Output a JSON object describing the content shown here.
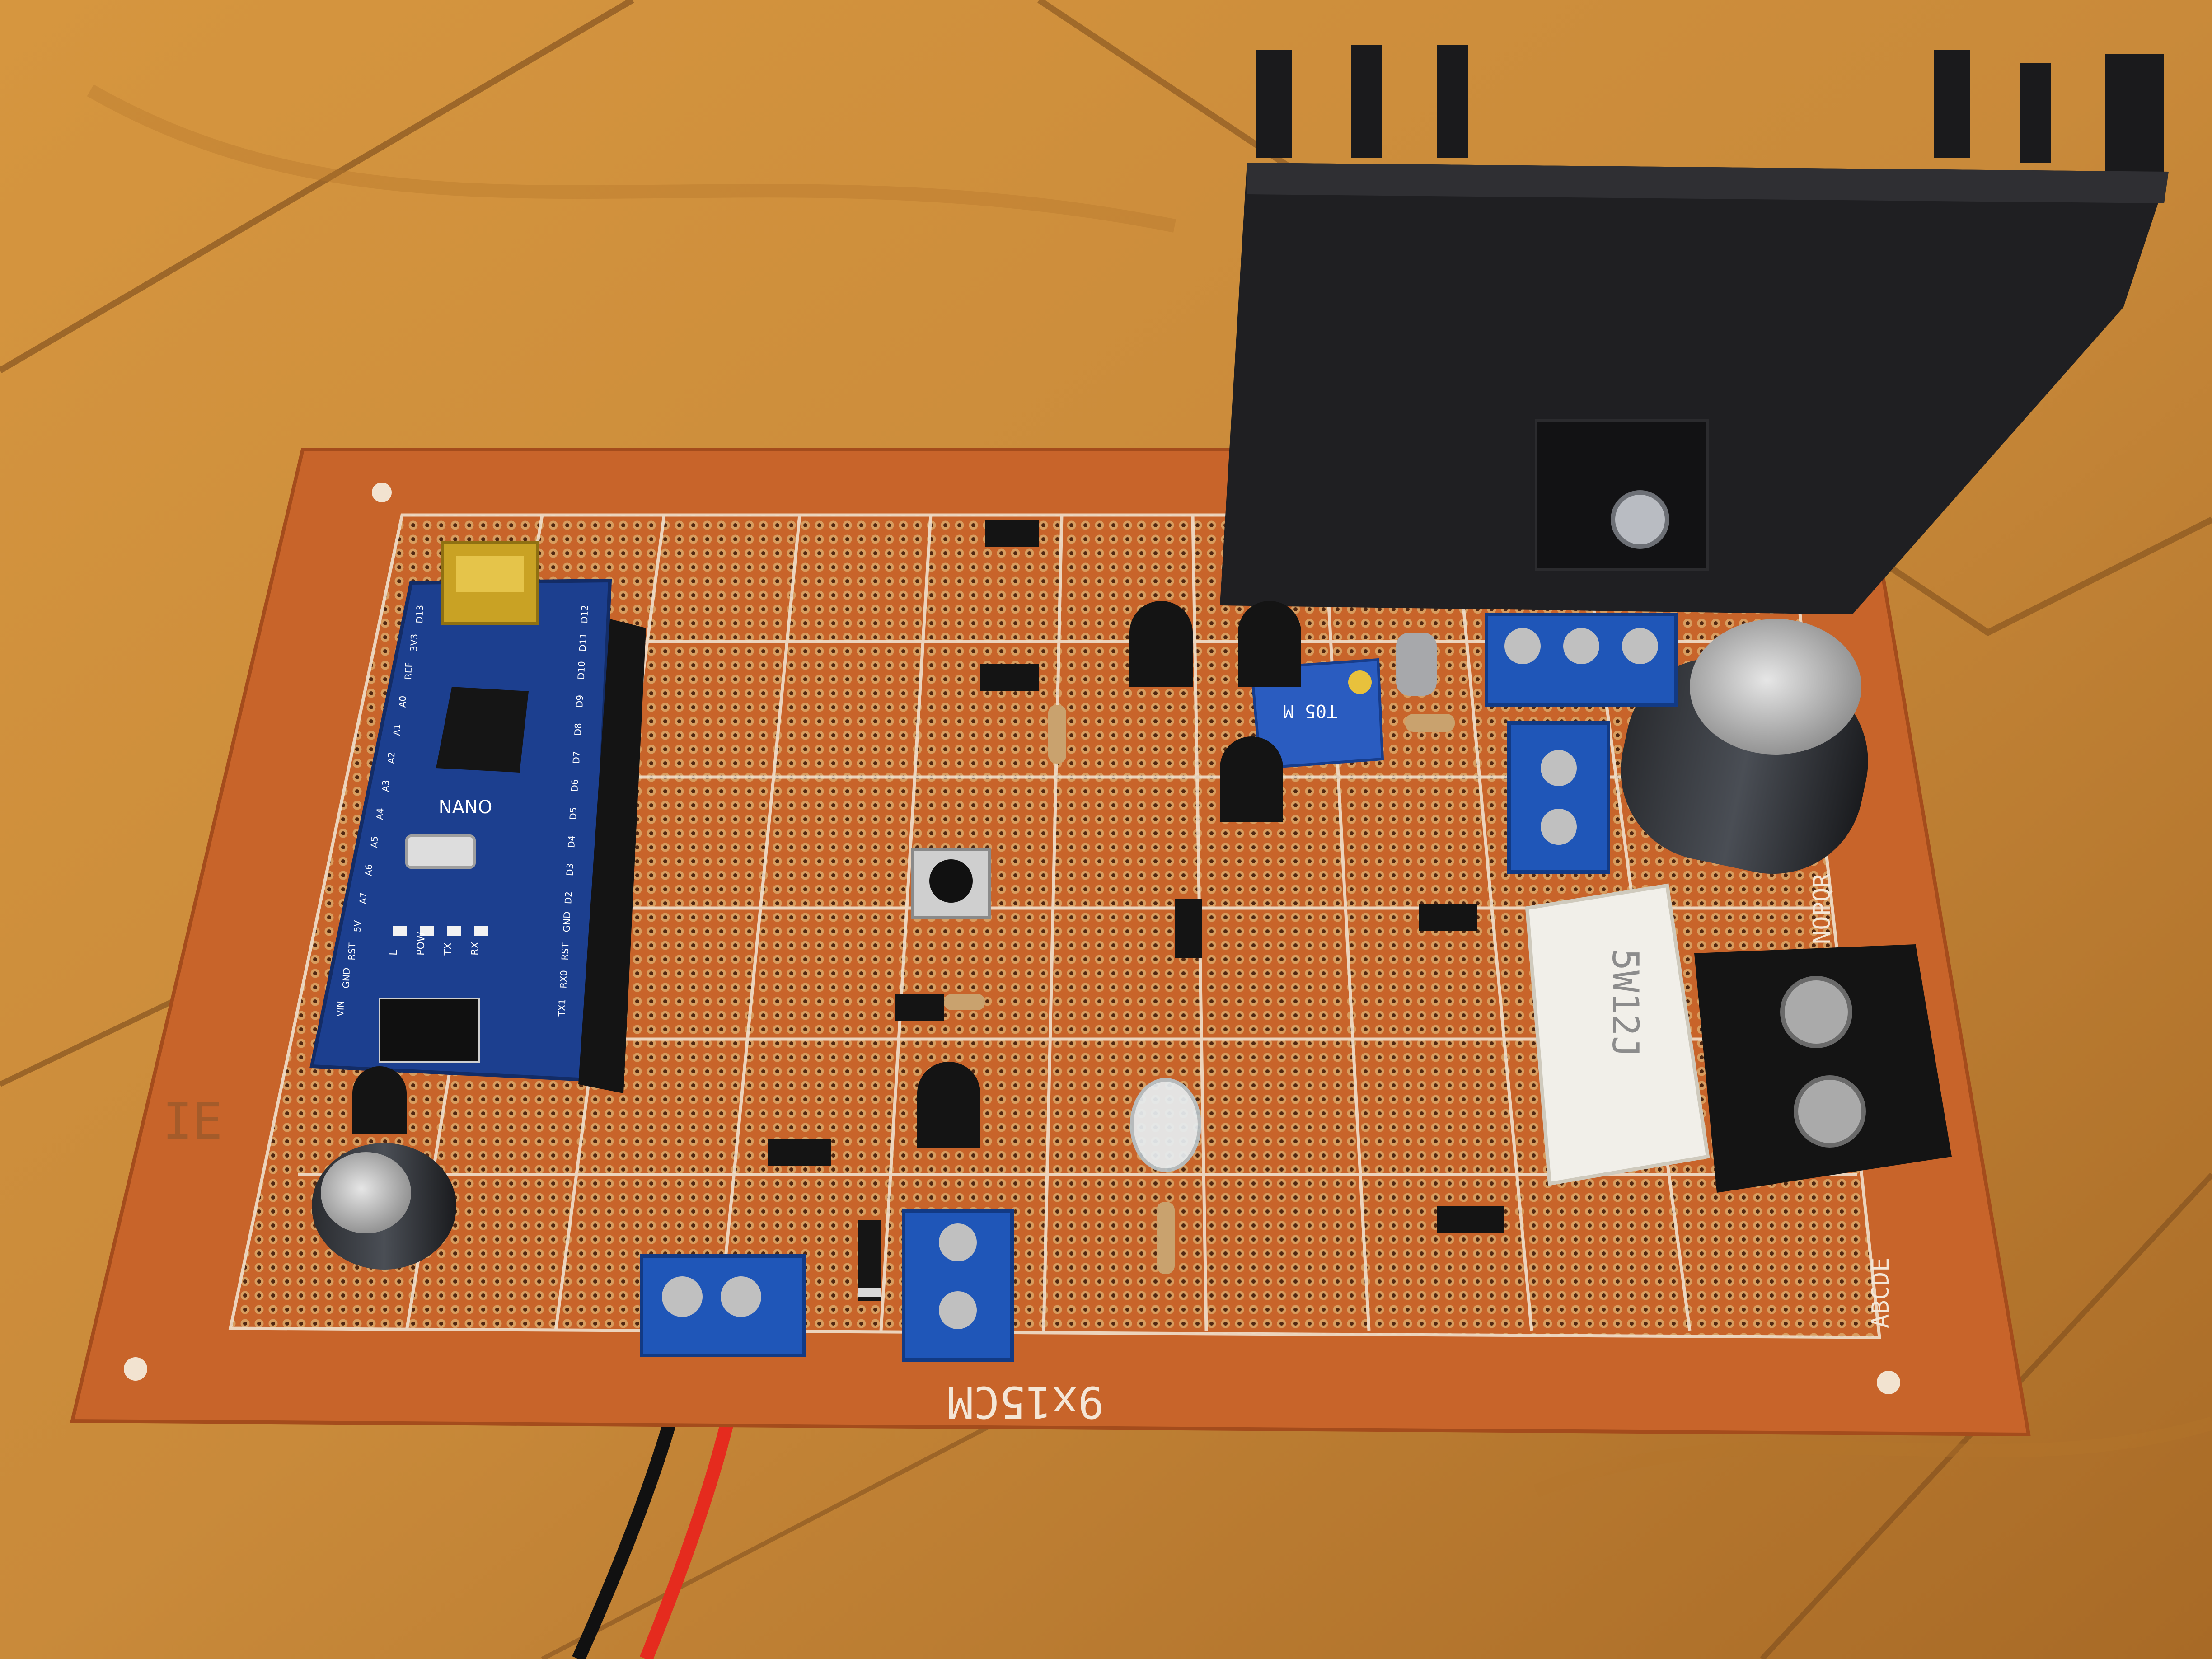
{
  "board": {
    "size_label": "9x15CM",
    "row_letters": "ABCDE",
    "row_letters_upper": "NOPQR"
  },
  "arduino": {
    "name": "NANO",
    "pins_left": [
      "D13",
      "3V3",
      "REF",
      "A0",
      "A1",
      "A2",
      "A3",
      "A4",
      "A5",
      "A6",
      "A7",
      "5V",
      "RST",
      "GND",
      "VIN"
    ],
    "pins_right": [
      "D12",
      "D11",
      "D10",
      "D9",
      "D8",
      "D7",
      "D6",
      "D5",
      "D4",
      "D3",
      "D2",
      "GND",
      "RST",
      "RX0",
      "TX1"
    ],
    "led_labels": [
      "L",
      "POW",
      "TX",
      "RX"
    ]
  },
  "power_resistor": {
    "marking": "5W12J"
  },
  "trimmer": {
    "marking": "T05 M"
  },
  "silkscreen": {
    "mark": "IE"
  },
  "colors": {
    "wood": "#c98a3a",
    "pcb": "#c8642a",
    "arduino_blue": "#1c3f8f",
    "terminal_blue": "#1f56b8",
    "heatsink": "#1a1a1c",
    "wire_red": "#e52b1e",
    "wire_black": "#111111"
  }
}
